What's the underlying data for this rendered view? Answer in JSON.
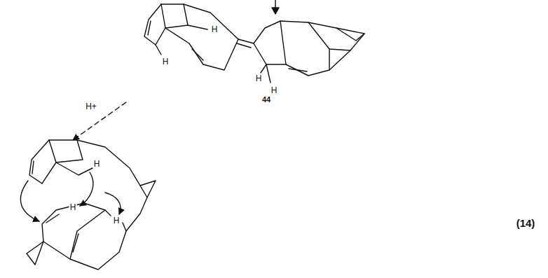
{
  "diagram": {
    "labels": [
      "H",
      "H",
      "H",
      "H",
      "44",
      "H+",
      "H",
      "H",
      "H",
      "(14)"
    ]
  }
}
